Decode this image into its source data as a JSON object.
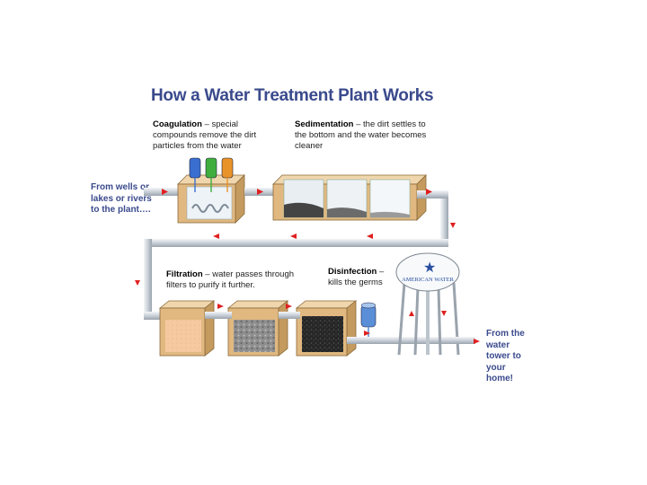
{
  "title": "How a  Water Treatment Plant Works",
  "steps": {
    "coagulation": {
      "name": "Coagulation",
      "desc_lines": [
        "– special",
        "compounds remove the dirt",
        "particles from the water"
      ]
    },
    "sedimentation": {
      "name": "Sedimentation",
      "desc_lines": [
        "– the dirt settles to",
        "the bottom and the water becomes",
        "cleaner"
      ]
    },
    "filtration": {
      "name": "Filtration",
      "desc_lines": [
        "– water passes through",
        "filters to purify it further."
      ]
    },
    "disinfection": {
      "name": "Disinfection",
      "desc_lines": [
        "–",
        "kills the germs"
      ]
    }
  },
  "source_lines": [
    "From wells or",
    "lakes or rivers",
    "to the plant…."
  ],
  "destination_lines": [
    "From the",
    "water",
    "tower to",
    "your",
    "home!"
  ],
  "tower_logo_text": "AMERICAN WATER",
  "colors": {
    "title": "#3a4a8c",
    "flow_arrow": "#e02020",
    "pipe": "#d8dde3",
    "tank_wall": "#e0b880",
    "chem_blue": "#3a6fd0",
    "chem_green": "#3fae3f",
    "chem_orange": "#e8922a",
    "sand": "#f6c9a0",
    "gravel": "#9a9a9a",
    "charcoal": "#2a2a2a"
  }
}
